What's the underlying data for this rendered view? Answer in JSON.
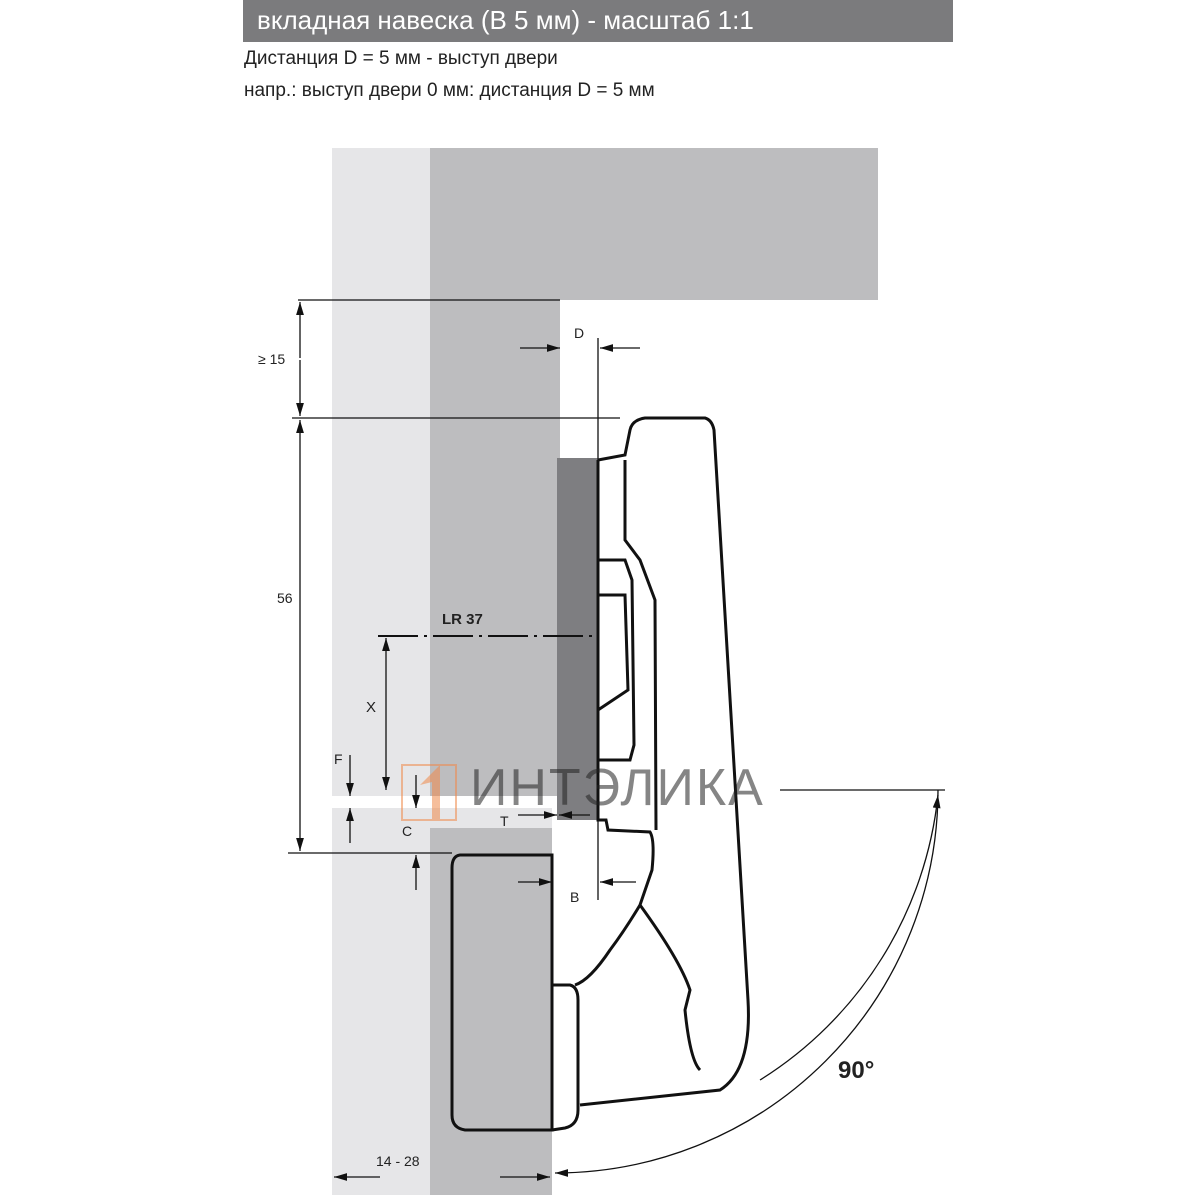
{
  "header": {
    "title": "вкладная навеска (В 5 мм) - масштаб 1:1"
  },
  "subtitle": {
    "line1": "Дистанция D = 5 мм - выступ двери",
    "line2": "напр.: выступ двери 0 мм: дистанция D = 5 мм"
  },
  "labels": {
    "min15": "≥ 15",
    "d56": "56",
    "lr37": "LR 37",
    "x": "X",
    "f": "F",
    "c": "C",
    "t": "T",
    "b": "B",
    "d": "D",
    "range": "14 - 28",
    "angle": "90°"
  },
  "watermark": "ИНТЭЛИКА",
  "colors": {
    "header": "#7b7b7d",
    "light": "#e6e6e8",
    "mid": "#bdbdbf",
    "plate": "#7e7e81",
    "logo": "#f08a4b"
  }
}
